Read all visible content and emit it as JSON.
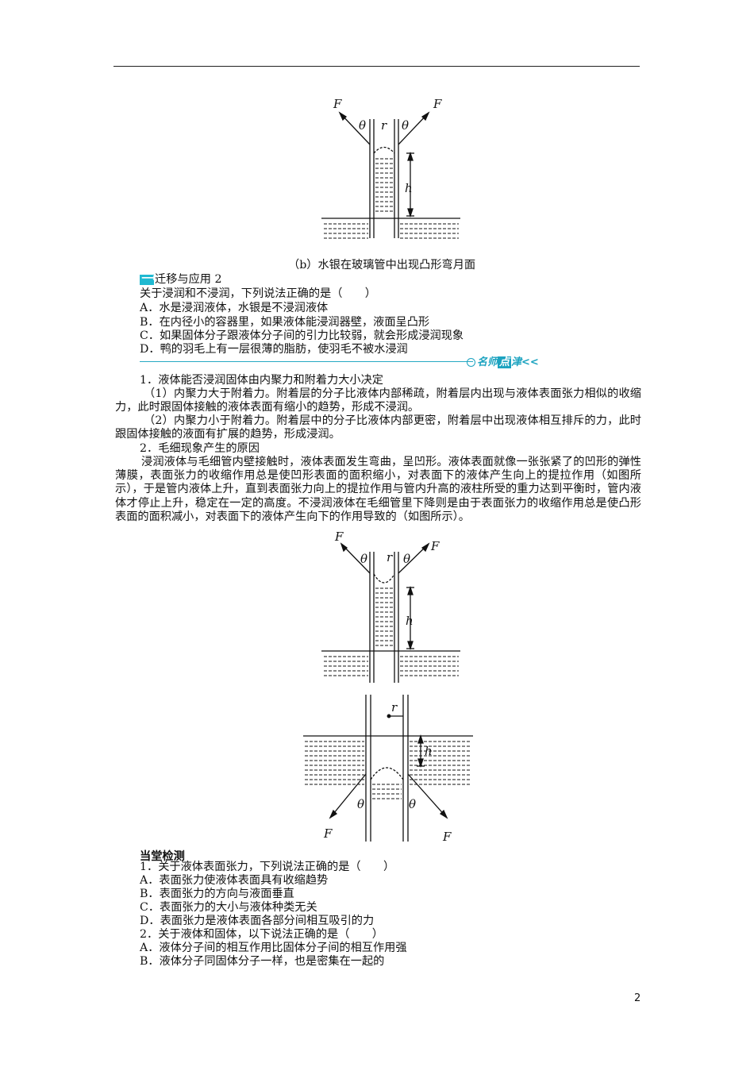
{
  "figure_labels": {
    "F": "F",
    "theta": "θ",
    "r": "r",
    "h": "h"
  },
  "caption": "（b）水银在玻璃管中出现凸形弯月面",
  "badge_icon": "arrow-right-icon",
  "transfer_heading": "迁移与应用 2",
  "question_stem": "关于浸润和不浸润，下列说法正确的是（　　）",
  "options": [
    "A．水是浸润液体，水银是不浸润液体",
    "B．在内径小的容器里，如果液体能浸润器壁，液面呈凸形",
    "C．如果固体分子跟液体分子间的引力比较弱，就会形成浸润现象",
    "D．鸭的羽毛上有一层很薄的脂肪，使羽毛不被水浸润"
  ],
  "tip_banner": {
    "before": "名师",
    "highlight": "点",
    "after": "津<<",
    "accent_color": "#1ca3c0"
  },
  "notes": {
    "p1": "1．液体能否浸润固体由内聚力和附着力大小决定",
    "p2": "（1）内聚力大于附着力。附着层的分子比液体内部稀疏，附着层内出现与液体表面张力相似的收缩力，此时跟固体接触的液体表面有缩小的趋势，形成不浸润。",
    "p3": "（2）内聚力小于附着力。附着层中的分子比液体内部更密，附着层中出现液体相互排斥的力，此时跟固体接触的液面有扩展的趋势，形成浸润。",
    "p4": "2．毛细现象产生的原因",
    "p5": "浸润液体与毛细管内壁接触时，液体表面发生弯曲，呈凹形。液体表面就像一张张紧了的凹形的弹性薄膜，表面张力的收缩作用总是使凹形表面的面积缩小，对表面下的液体产生向上的提拉作用（如图所示），于是管内液体上升，直到表面张力向上的提拉作用与管内升高的液柱所受的重力达到平衡时，管内液体才停止上升，稳定在一定的高度。不浸润液体在毛细管里下降则是由于表面张力的收缩作用总是使凸形表面的面积减小，对表面下的液体产生向下的作用导致的（如图所示）。"
  },
  "section_title": "当堂检测",
  "check_lines": [
    "1．关于液体表面张力，下列说法正确的是（　　）",
    "A．表面张力使液体表面具有收缩趋势",
    "B．表面张力的方向与液面垂直",
    "C．表面张力的大小与液体种类无关",
    "D．表面张力是液体表面各部分间相互吸引的力",
    "2．关于液体和固体，以下说法正确的是（　　）",
    "A．液体分子间的相互作用比固体分子间的相互作用强",
    "B．液体分子同固体分子一样，也是密集在一起的"
  ],
  "page_number": "2"
}
